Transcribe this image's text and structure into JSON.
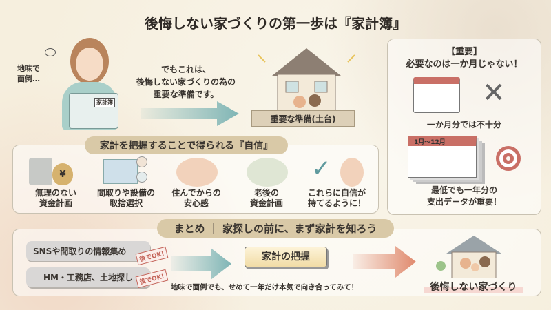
{
  "title": "後悔しない家づくりの第一歩は『家計簿』",
  "intro": {
    "speech": [
      "地味で",
      "面倒…"
    ],
    "book_label": "家計簿",
    "message": [
      "でもこれは、",
      "後悔しない家づくりの為の",
      "重要な準備です。"
    ],
    "house_label": "重要な準備(土台)"
  },
  "important": {
    "heading": "【重要】",
    "subheading": "必要なのは一か月じゃない！",
    "one_month": "一か月分では不十分",
    "calendar_range": "1月～12月",
    "conclusion": [
      "最低でも一年分の",
      "支出データが重要！"
    ]
  },
  "confidence": {
    "heading": "家計を把握することで得られる『自信』",
    "items": [
      {
        "label": [
          "無理のない",
          "資金計画"
        ]
      },
      {
        "label": [
          "間取りや設備の",
          "取捨選択"
        ]
      },
      {
        "label": [
          "住んでからの",
          "安心感"
        ]
      },
      {
        "label": [
          "老後の",
          "資金計画"
        ]
      },
      {
        "label": [
          "これらに自信が",
          "持てるように！"
        ]
      }
    ],
    "yen": "¥"
  },
  "summary": {
    "heading": "まとめ ｜ 家探しの前に、まず家計を知ろう",
    "later_items": [
      "SNSや間取りの情報集め",
      "HM・工務店、土地探し"
    ],
    "stamp": "後でOK!",
    "key": "家計の把握",
    "note": "地味で面倒でも、せめて一年だけ本気で向き合ってみて！",
    "result": "後悔しない家づくり"
  },
  "colors": {
    "teal": "#7fb5b5",
    "coral": "#e08a6e",
    "beige": "#d9c9a7"
  }
}
